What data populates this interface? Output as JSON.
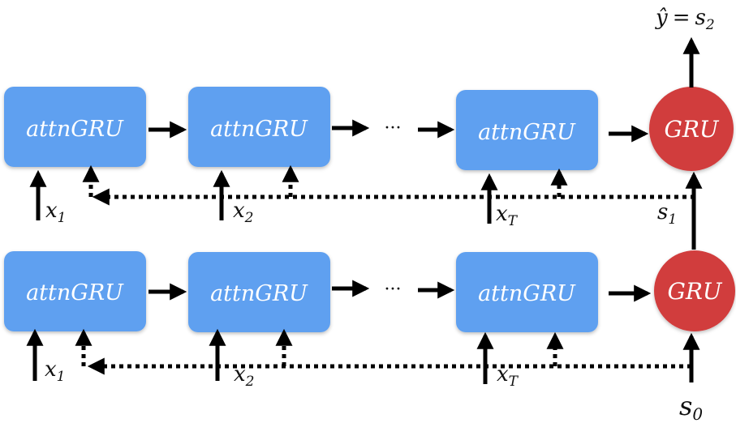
{
  "rows": [
    {
      "boxes": [
        "attnGRU",
        "attnGRU",
        "attnGRU"
      ],
      "inputs": [
        {
          "base": "x",
          "sub": "1"
        },
        {
          "base": "x",
          "sub": "2"
        },
        {
          "base": "x",
          "sub": "T"
        }
      ],
      "ellipsis": "···",
      "circle": "GRU",
      "state": {
        "base": "s",
        "sub": "1"
      }
    },
    {
      "boxes": [
        "attnGRU",
        "attnGRU",
        "attnGRU"
      ],
      "inputs": [
        {
          "base": "x",
          "sub": "1"
        },
        {
          "base": "x",
          "sub": "2"
        },
        {
          "base": "x",
          "sub": "T"
        }
      ],
      "ellipsis": "···",
      "circle": "GRU",
      "state": {
        "base": "s",
        "sub": "0"
      }
    }
  ],
  "output": {
    "hat": "ŷ",
    "equals": "=",
    "base": "s",
    "sub": "2"
  },
  "colors": {
    "box_fill": "#5ea0f0",
    "circle_fill": "#d13c3c",
    "arrow": "#000000"
  }
}
